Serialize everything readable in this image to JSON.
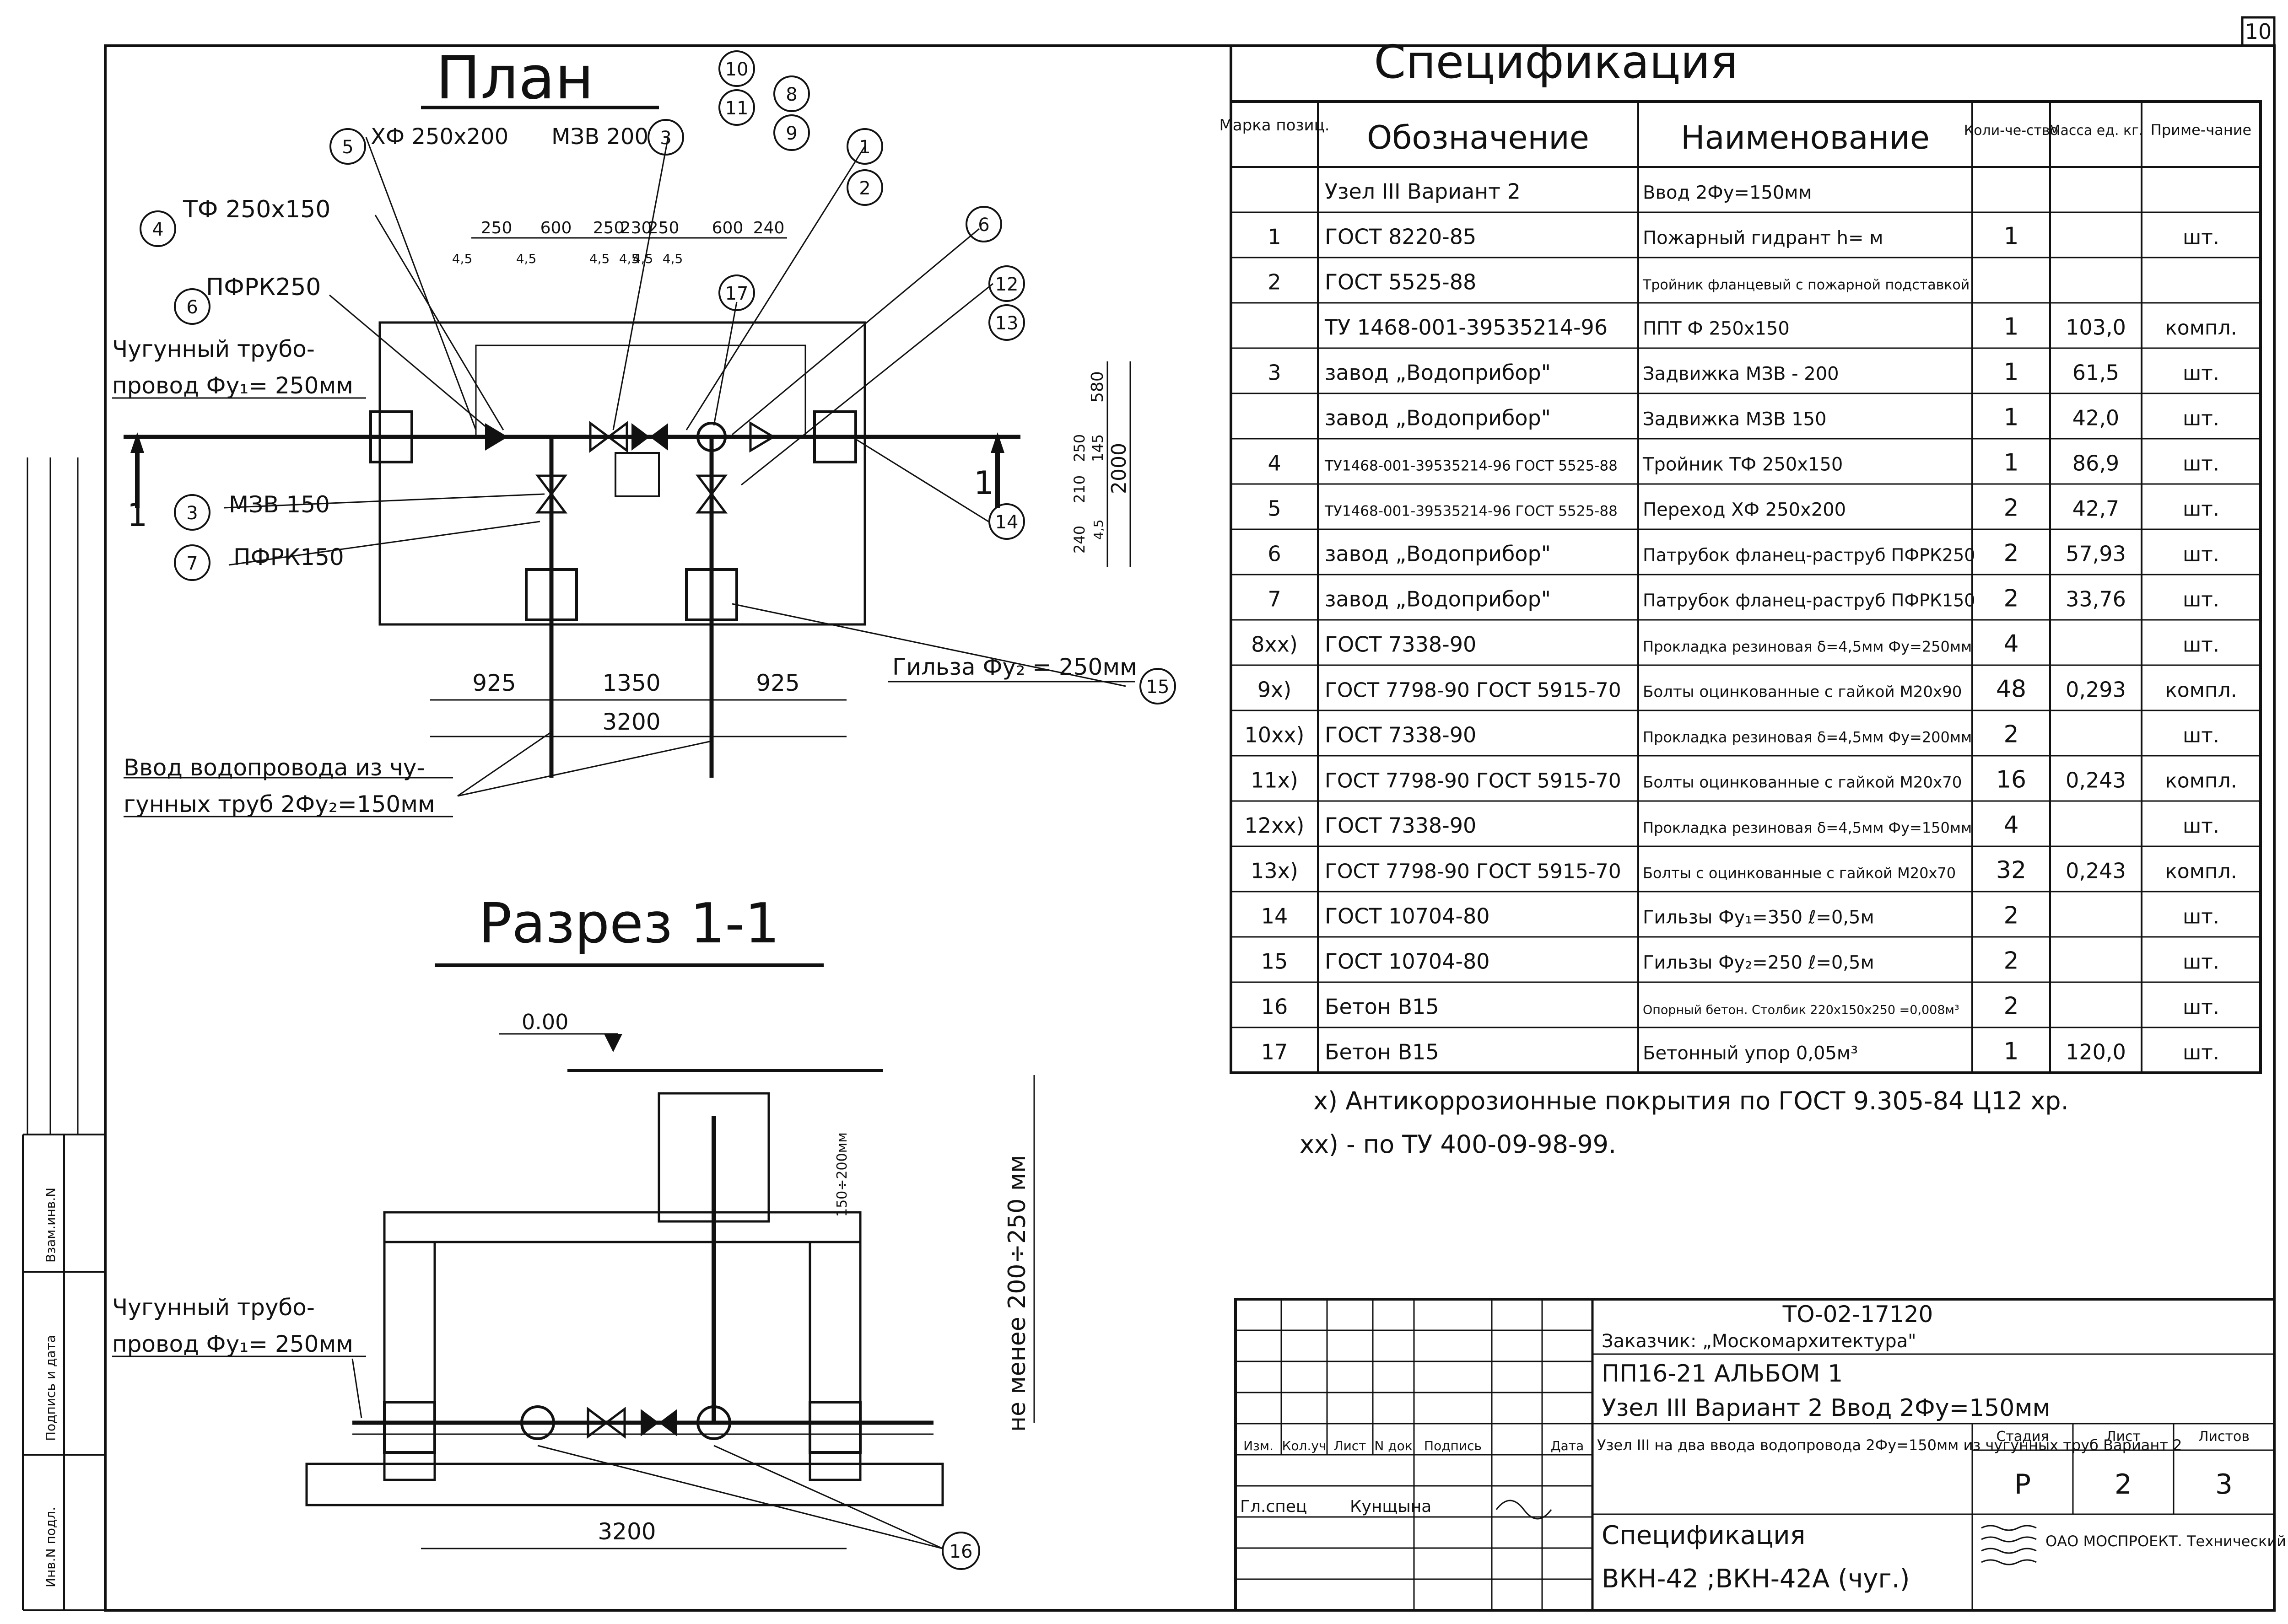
{
  "page_number": "10",
  "plan": {
    "title": "План",
    "labels": {
      "xf": "ХФ 250х200",
      "mzv200": "МЗВ 200",
      "tf": "ТФ 250х150",
      "pfrk250": "ПФРК250",
      "pipe_line1": "Чугунный трубо-",
      "pipe_line2": "провод Фу₁= 250мм",
      "mzv150": "МЗВ 150",
      "pfrk150": "ПФРК150",
      "sleeve": "Гильза Фу₂ = 250мм",
      "input_line1": "Ввод водопровода из чу-",
      "input_line2": "гунных труб 2Фу₂=150мм",
      "section_mark": "1"
    },
    "top_dims": [
      "250",
      "600",
      "250",
      "230",
      "250",
      "600",
      "240"
    ],
    "top_subdims": [
      "4,5",
      "4,5",
      "4,5",
      "4,5",
      "4,5",
      "4,5"
    ],
    "bottom_dims": [
      "925",
      "1350",
      "925"
    ],
    "bottom_total": "3200",
    "right_dims": {
      "a": "580",
      "b": "240",
      "c": "210",
      "d": "250",
      "e": "145",
      "f": "4,5",
      "total": "2000"
    },
    "callouts": [
      "1",
      "2",
      "3",
      "4",
      "5",
      "6",
      "7",
      "8",
      "9",
      "10",
      "11",
      "12",
      "13",
      "14",
      "15",
      "17"
    ]
  },
  "section": {
    "title": "Разрез 1-1",
    "level": "0.00",
    "pipe_line1": "Чугунный трубо-",
    "pipe_line2": "провод Фу₁= 250мм",
    "min_depth": "не менее 200÷250 мм",
    "gap": "150÷200мм",
    "width": "3200",
    "callout": "16"
  },
  "spec": {
    "title": "Спецификация",
    "headers": [
      "Марка позиц.",
      "Обозначение",
      "Наименование",
      "Коли-че-ство",
      "Масса ед. кг.",
      "Приме-чание"
    ],
    "rows": [
      [
        "",
        "Узел III Вариант 2",
        "Ввод 2Фу=150мм",
        "",
        "",
        ""
      ],
      [
        "1",
        "ГОСТ 8220-85",
        "Пожарный гидрант h= м",
        "1",
        "",
        "шт."
      ],
      [
        "2",
        "ГОСТ 5525-88",
        "Тройник фланцевый с пожарной подставкой",
        "",
        "",
        ""
      ],
      [
        "",
        "ТУ 1468-001-39535214-96",
        "ППТ Ф 250х150",
        "1",
        "103,0",
        "компл."
      ],
      [
        "3",
        "завод „Водоприбор\"",
        "Задвижка МЗВ - 200",
        "1",
        "61,5",
        "шт."
      ],
      [
        "",
        "завод „Водоприбор\"",
        "Задвижка МЗВ 150",
        "1",
        "42,0",
        "шт."
      ],
      [
        "4",
        "ТУ1468-001-39535214-96 ГОСТ 5525-88",
        "Тройник ТФ 250х150",
        "1",
        "86,9",
        "шт."
      ],
      [
        "5",
        "ТУ1468-001-39535214-96 ГОСТ 5525-88",
        "Переход ХФ 250х200",
        "2",
        "42,7",
        "шт."
      ],
      [
        "6",
        "завод „Водоприбор\"",
        "Патрубок фланец-раструб ПФРК250",
        "2",
        "57,93",
        "шт."
      ],
      [
        "7",
        "завод „Водоприбор\"",
        "Патрубок фланец-раструб ПФРК150",
        "2",
        "33,76",
        "шт."
      ],
      [
        "8xx)",
        "ГОСТ 7338-90",
        "Прокладка резиновая δ=4,5мм Фу=250мм",
        "4",
        "",
        "шт."
      ],
      [
        "9x)",
        "ГОСТ 7798-90 ГОСТ 5915-70",
        "Болты оцинкованные с гайкой М20х90",
        "48",
        "0,293",
        "компл."
      ],
      [
        "10xx)",
        "ГОСТ 7338-90",
        "Прокладка резиновая δ=4,5мм Фу=200мм",
        "2",
        "",
        "шт."
      ],
      [
        "11x)",
        "ГОСТ 7798-90 ГОСТ 5915-70",
        "Болты оцинкованные с гайкой М20х70",
        "16",
        "0,243",
        "компл."
      ],
      [
        "12xx)",
        "ГОСТ 7338-90",
        "Прокладка резиновая δ=4,5мм Фу=150мм",
        "4",
        "",
        "шт."
      ],
      [
        "13x)",
        "ГОСТ 7798-90 ГОСТ 5915-70",
        "Болты с оцинкованные с гайкой М20х70",
        "32",
        "0,243",
        "компл."
      ],
      [
        "14",
        "ГОСТ 10704-80",
        "Гильзы Фу₁=350 ℓ=0,5м",
        "2",
        "",
        "шт."
      ],
      [
        "15",
        "ГОСТ 10704-80",
        "Гильзы Фу₂=250 ℓ=0,5м",
        "2",
        "",
        "шт."
      ],
      [
        "16",
        "Бетон В15",
        "Опорный бетон. Столбик 220х150х250 =0,008м³",
        "2",
        "",
        "шт."
      ],
      [
        "17",
        "Бетон В15",
        "Бетонный упор 0,05м³",
        "1",
        "120,0",
        "шт."
      ]
    ]
  },
  "notes": [
    "x) Антикоррозионные покрытия по ГОСТ 9.305-84 Ц12 хр.",
    "xx) - по ТУ 400-09-98-99."
  ],
  "stamp": {
    "code": "ТО-02-17120",
    "customer": "Заказчик: „Москомархитектура\"",
    "album": "ПП16-21 АЛЬБОМ 1",
    "title": "Узел III Вариант 2 Ввод 2Фу=150мм",
    "desc": "Узел III на два ввода водопровода 2Фу=150мм из чугунных труб Вариант 2",
    "stage_h": "Стадия",
    "sheet_h": "Лист",
    "sheets_h": "Листов",
    "stage": "Р",
    "sheet": "2",
    "sheets": "3",
    "doc": "Спецификация",
    "marks": "ВКН-42 ;ВКН-42А (чуг.)",
    "org": "ОАО МОСПРОЕКТ. Технический отдел",
    "cols": [
      "Изм.",
      "Кол.уч",
      "Лист",
      "N док",
      "Подпись",
      "Дата"
    ],
    "role": "Гл.спец",
    "person": "Кунщына",
    "signature": "Кун"
  },
  "left_margin": [
    "Инв.N подл.",
    "Подпись и дата",
    "Взам.инв.N"
  ]
}
